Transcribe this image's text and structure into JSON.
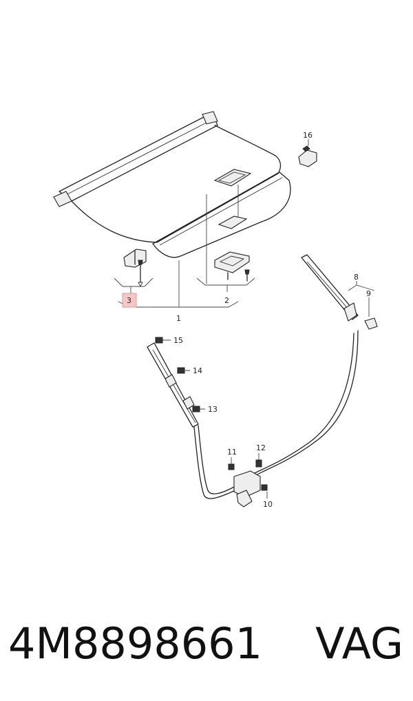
{
  "labels": {
    "l1": "1",
    "l2": "2",
    "l3": "3",
    "l8": "8",
    "l9": "9",
    "l10": "10",
    "l11": "11",
    "l12": "12",
    "l13": "13",
    "l14": "14",
    "l15": "15",
    "l16": "16"
  },
  "highlight_color": "#f4c6c6",
  "footer": {
    "part_number": "4M8898661",
    "brand": "VAG"
  }
}
